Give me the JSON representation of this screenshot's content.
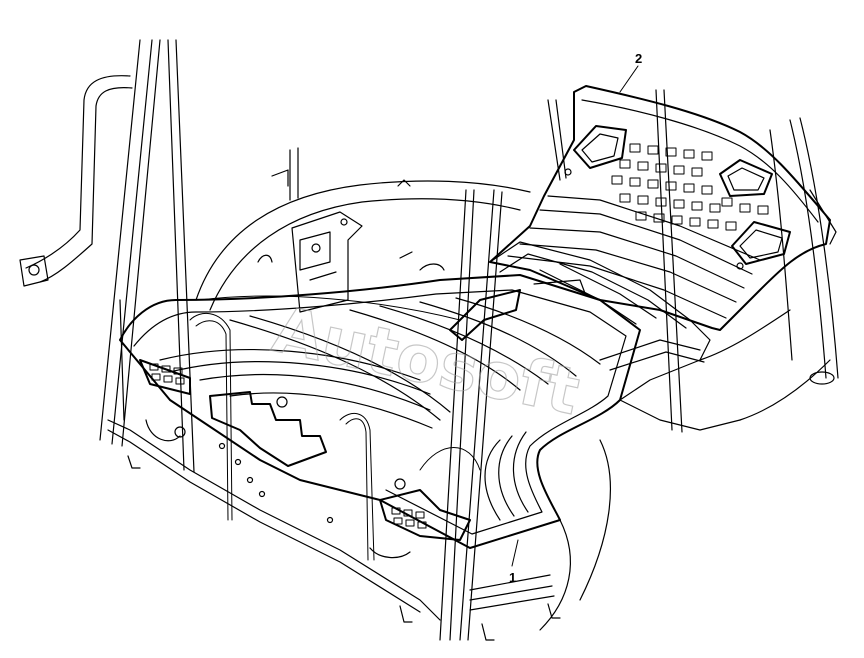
{
  "callouts": {
    "part1": "1",
    "part2": "2"
  },
  "watermark": "Autosoft",
  "colors": {
    "line": "#000000",
    "background": "#ffffff"
  }
}
